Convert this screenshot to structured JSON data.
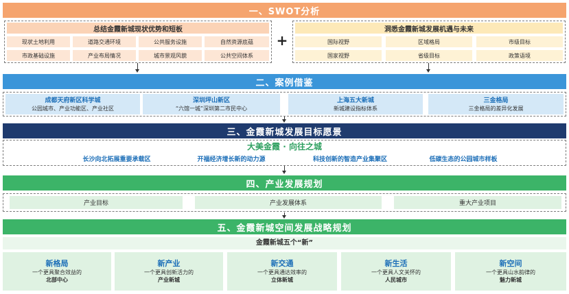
{
  "section1": {
    "banner": "一、SWOT分析",
    "left_title": "总结金霞新城现状优势和短板",
    "left_items": [
      "现状土地利用",
      "道路交通环境",
      "公共服务设施",
      "自然资源底蕴",
      "市政基础设施",
      "产业布局情况",
      "城市景观风貌",
      "公共空间体系"
    ],
    "plus": "+",
    "right_title": "洞悉金霞新城发展机遇与未来",
    "right_items": [
      "国际视野",
      "区域格局",
      "市级目标",
      "国家视野",
      "省级目标",
      "政策语境"
    ]
  },
  "section2": {
    "banner": "二、案例借鉴",
    "cases": [
      {
        "title": "成都天府新区科学城",
        "sub": "公园城市、产业功能区、产业社区"
      },
      {
        "title": "深圳坪山新区",
        "sub": "“六馆一城”深圳第二市民中心"
      },
      {
        "title": "上海五大新城",
        "sub": "新城建设指标体系"
      },
      {
        "title": "三金格局",
        "sub": "三金格局的差异化发展"
      }
    ]
  },
  "section3": {
    "banner": "三、金霞新城发展目标愿景",
    "vision": "大美金霞 · 向往之城",
    "goals": [
      "长沙向北拓展重要承载区",
      "开福经济增长新的动力源",
      "科技创新的智造产业集聚区",
      "低碳生态的公园城市样板"
    ]
  },
  "section4": {
    "banner": "四、产业发展规划",
    "items": [
      "产业目标",
      "产业发展体系",
      "重大产业项目"
    ]
  },
  "section5": {
    "banner": "五、金霞新城空间发展战略规划",
    "subtitle": "金霞新城五个“新”",
    "cards": [
      {
        "title": "新格局",
        "sub": "一个更具聚合效益的",
        "bottom": "北部中心"
      },
      {
        "title": "新产业",
        "sub": "一个更具创新活力的",
        "bottom": "产业新城"
      },
      {
        "title": "新交通",
        "sub": "一个更具通达效率的",
        "bottom": "立体新城"
      },
      {
        "title": "新生活",
        "sub": "一个更具人文关怀的",
        "bottom": "人民城市"
      },
      {
        "title": "新空间",
        "sub": "一个更具山水韵律的",
        "bottom": "魅力新城"
      }
    ]
  },
  "colors": {
    "orange": "#f5a46e",
    "blue": "#3b95d9",
    "navy": "#1f3b6e",
    "green": "#3cb468",
    "green_light": "#dff2e2",
    "blue_light": "#d4e8f7",
    "yellow_light": "#fde9b8"
  }
}
